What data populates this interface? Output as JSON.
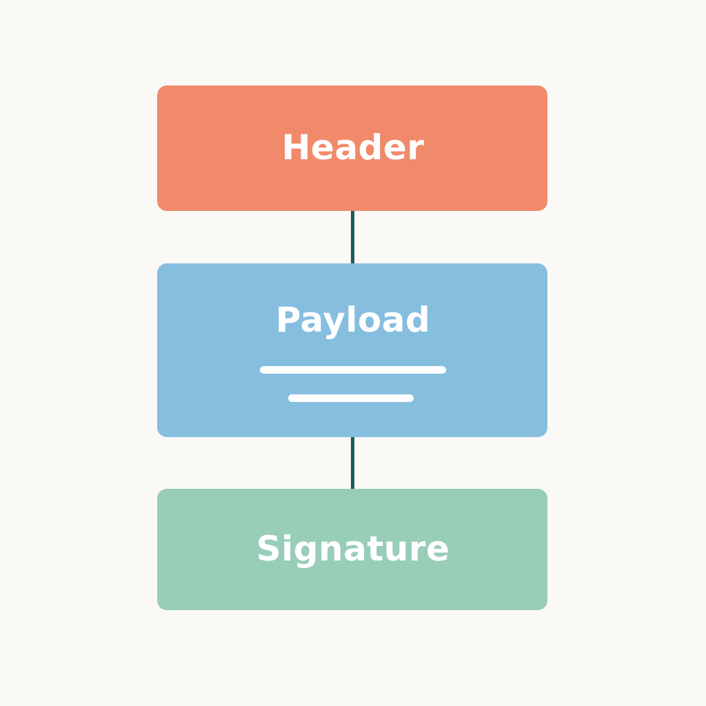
{
  "blocks": {
    "header": {
      "label": "Header",
      "color": "#F08A6A"
    },
    "payload": {
      "label": "Payload",
      "color": "#86BEDF"
    },
    "signature": {
      "label": "Signature",
      "color": "#98CDB8"
    }
  },
  "connector_color": "#1F5A5B",
  "background_color": "#FAF9F5"
}
